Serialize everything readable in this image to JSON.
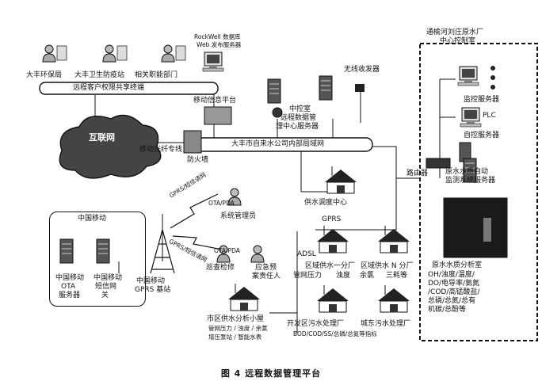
{
  "nodes": {
    "dafeng_env": "大丰环保局",
    "dafeng_health": "大丰卫生防疫站",
    "related_dept": "相关职能部门",
    "remote_client": "远程客户权限共享终端",
    "rockwell_1": "RockWell 数据库",
    "rockwell_2": "Web 发布服务器",
    "mobile_info": "移动信息平台",
    "wireless_rx": "无线收发器",
    "central_1": "中控室",
    "central_2": "远程数据管",
    "central_3": "理中心服务器",
    "internet": "互联网",
    "fiber": "移动光纤专线",
    "firewall": "防火墙",
    "lan": "大丰市自来水公司内部局域网",
    "dispatch": "供水调度中心",
    "plant_1": "通榆河刘庄原水厂",
    "plant_2": "中心控制室",
    "monitor_server": "监控服务器",
    "plc": "PLC",
    "auto_server": "自控服务器",
    "router": "路由器",
    "water_qc_1": "原水水质自动",
    "water_qc_2": "监测系统服务器",
    "analysis_title": "原水水质分析室",
    "analysis_1": "OH/浊度/温度/",
    "analysis_2": "DO/电导率/氨氮",
    "analysis_3": "/COD/高锰酸盐/",
    "analysis_4": "总磷/总氮/总有",
    "analysis_5": "机碳/总酚等",
    "china_mobile": "中国移动",
    "ota_server_1": "中国移动",
    "ota_server_2": "OTA",
    "ota_server_3": "服务器",
    "sms_gw_1": "中国移动",
    "sms_gw_2": "短信网",
    "sms_gw_3": "关",
    "gprs_base_1": "中国移动",
    "gprs_base_2": "GPRS 基站",
    "gprs_sms_1": "GPRS/短信请网",
    "ota_pda_1": "OTA/PDA",
    "sys_admin": "系统管理员",
    "gprs_sms_2": "GPRS/短信请网",
    "ota_pda_2": "OTA/PDA",
    "patrol": "巡查检修",
    "emergency_1": "应急预",
    "emergency_2": "案责任人",
    "gprs": "GPRS",
    "adsl": "ADSL",
    "plant1_1": "区域供水一分厂",
    "plant1_2": "管网压力",
    "plant1_3": "浊度",
    "plant1_4": "余氯",
    "plantN_1": "区域供水 N 分厂",
    "plantN_2": "三耗等",
    "city_hut_1": "市区供水分析小屋",
    "city_hut_2": "管网压力 / 浊度 / 余氯",
    "city_hut_3": "增压泵站 / 智能水表",
    "sewage_1": "开发区污水处理厂",
    "sewage_2": "城东污水处理厂",
    "sewage_3": "BOD/COD/SS/总磷/总氮等指标"
  },
  "caption": "图 4   远程数据管理平台"
}
